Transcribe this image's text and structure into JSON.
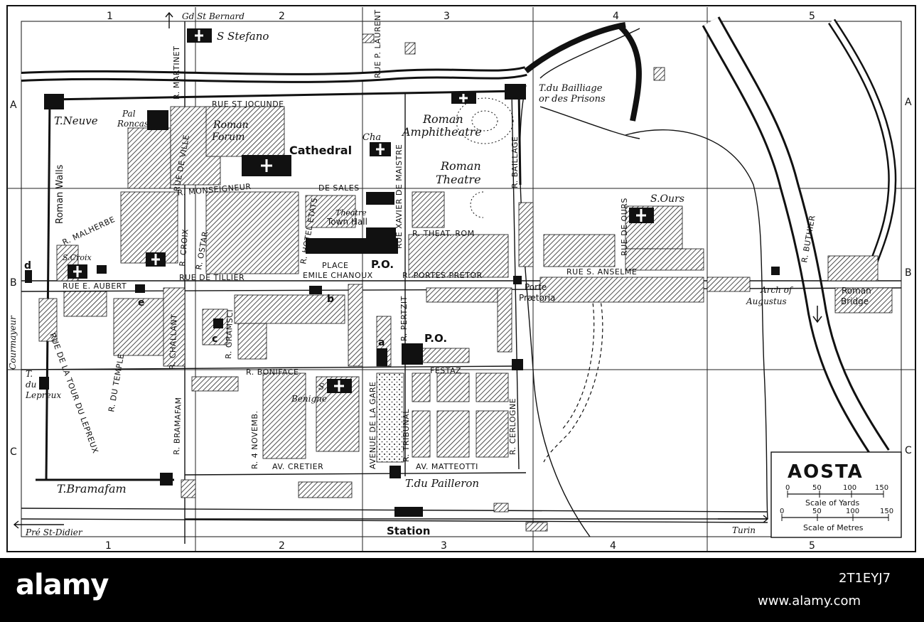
{
  "map": {
    "title": "AOSTA",
    "grid": {
      "columns": [
        "1",
        "2",
        "3",
        "4",
        "5"
      ],
      "rows": [
        "A",
        "B",
        "C"
      ]
    },
    "landmarks": {
      "s_stefano": "S Stefano",
      "gd_st_bernard": "Gd St Bernard",
      "t_neuve": "T.Neuve",
      "pal_roncas_1": "Pal",
      "pal_roncas_2": "Roncas",
      "roman_forum_1": "Roman",
      "roman_forum_2": "Forum",
      "cathedral": "Cathedral",
      "cha": "Cha",
      "roman_amph_1": "Roman",
      "roman_amph_2": "Amphitheatre",
      "roman_theatre_1": "Roman",
      "roman_theatre_2": "Theatre",
      "t_bailliage_1": "T.du Bailliage",
      "t_bailliage_2": "or des Prisons",
      "s_ours": "S.Ours",
      "roman_walls": "Roman Walls",
      "theatre": "Theatre",
      "town_hall": "Town Hall",
      "po_1": "P.O.",
      "po_2": "P.O.",
      "s_croix": "S.Croix",
      "porte_1": "Porte",
      "porte_2": "Prætoria",
      "arch_1": "Arch of",
      "arch_2": "Augustus",
      "roman_bridge_1": "Roman",
      "roman_bridge_2": "Bridge",
      "t_lepreux_1": "T.",
      "t_lepreux_2": "du",
      "t_lepreux_3": "Lepreux",
      "s_benigne_1": "S.",
      "s_benigne_2": "Benigne",
      "t_bramafam": "T.Bramafam",
      "t_pailleron": "T.du Pailleron",
      "station": "Station",
      "pre_st_didier": "Pré St-Didier",
      "turin": "Turin",
      "courmayeur": "Courmayeur",
      "letter_a": "a",
      "letter_b": "b",
      "letter_c": "c",
      "letter_d": "d",
      "letter_e": "e"
    },
    "streets": {
      "rue_st_jocunde": "RUE ST JOCUNDE",
      "monseigneur": "R. MONSEIGNEUR",
      "de_sales": "DE SALES",
      "r_malherbe": "R. MALHERBE",
      "rue_e_aubert": "RUE E. AUBERT",
      "rue_de_tillier": "RUE DE TILLIER",
      "place": "PLACE",
      "emile_chanoux": "EMILE CHANOUX",
      "r_portes_pretor": "R. PORTES PRETOR",
      "rue_s_anselme": "RUE S. ANSELME",
      "r_theat_rom": "R. THEAT. ROM",
      "r_boniface": "R. BONIFACE",
      "festaz": "FESTAZ",
      "av_cretier": "AV. CRETIER",
      "av_matteotti": "AV. MATTEOTTI",
      "r_martinet": "R. MARTINET",
      "rue_p_laurent": "RUE P. LAURENT",
      "rue_xavier_de_maistre": "RUE XAVIER DE MAISTRE",
      "r_baillage": "R. BAILLAGE",
      "rue_de_ville": "RUE DE VILLE",
      "r_croix": "R. CROIX",
      "r_hotel_etats": "R. HOTEL ETATS",
      "r_ostar": "R. OSTAR",
      "r_chalian": "R. CHALLANT",
      "r_gramsci": "R. GRAMSCI",
      "r_du_temple": "R. DU TEMPLE",
      "r_bramafam": "R. BRAMAFAM",
      "r_4_novembre": "R. 4 NOVEMB.",
      "avenue_de_la_gare": "AVENUE DE LA GARE",
      "r_tribunal": "R. TRIBUNAL",
      "r_cerlogne": "R. CERLOGNE",
      "r_pertzit": "R. PERTZIT",
      "rue_de_ours": "RUE DE OURS",
      "rue_de_la_tour_du_lepreux": "RUE DE LA TOUR DU LEPREUX",
      "r_buthier": "R. BUTHIER"
    },
    "scale": {
      "yards_label": "Scale of Yards",
      "metres_label": "Scale of Metres",
      "yard_ticks": [
        "0",
        "50",
        "100",
        "150"
      ],
      "metre_ticks": [
        "0",
        "50",
        "100",
        "150"
      ]
    }
  },
  "watermark": {
    "brand": "alamy",
    "image_id": "2T1EYJ7",
    "site": "www.alamy.com"
  },
  "colors": {
    "ink": "#111111",
    "paper": "#ffffff",
    "hatch_fill": "#bdbdbd",
    "footer": "#000000"
  }
}
